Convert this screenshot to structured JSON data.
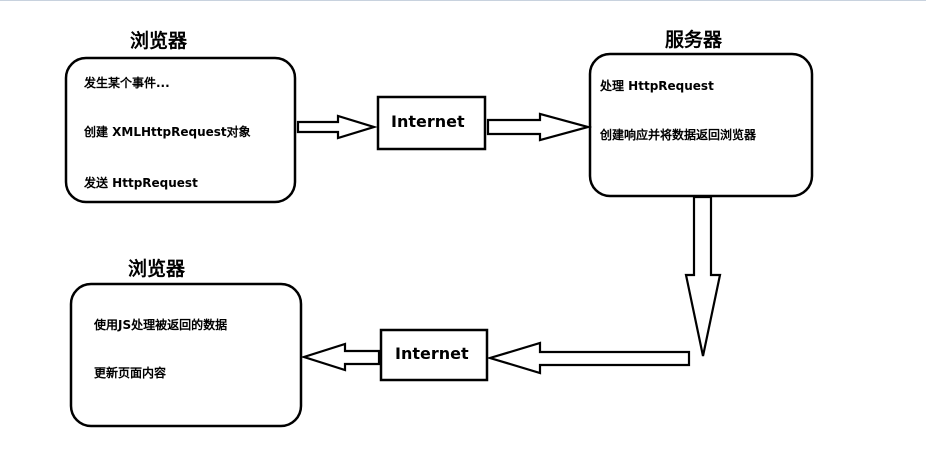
{
  "browser_top": {
    "title": "浏览器",
    "steps": [
      "发生某个事件...",
      "创建 XMLHttpRequest对象",
      "发送 HttpRequest"
    ]
  },
  "server": {
    "title": "服务器",
    "steps": [
      "处理 HttpRequest",
      "创建响应并将数据返回浏览器"
    ]
  },
  "browser_bottom": {
    "title": "浏览器",
    "steps": [
      "使用JS处理被返回的数据",
      "更新页面内容"
    ]
  },
  "internet_top": {
    "label": "Internet"
  },
  "internet_bottom": {
    "label": "Internet"
  }
}
